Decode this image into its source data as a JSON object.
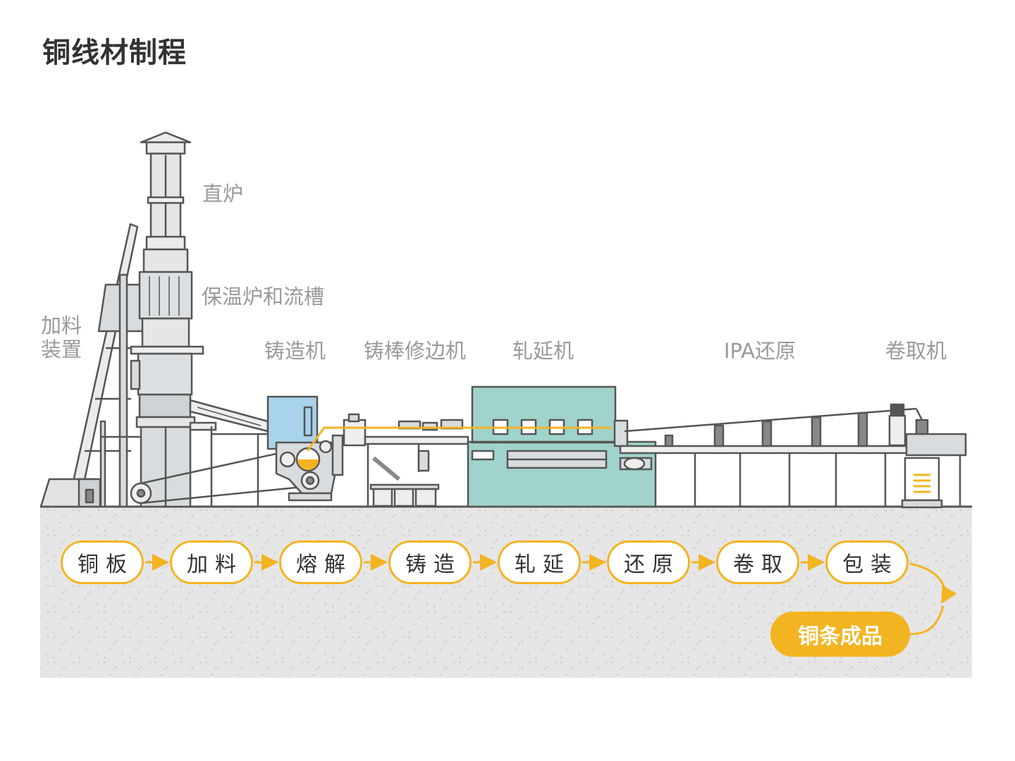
{
  "title": "铜线材制程",
  "equipment_labels": {
    "shaft_furnace": "直炉",
    "holding_furnace": "保温炉和流槽",
    "charging_line1": "加料",
    "charging_line2": "装置",
    "casting_machine": "铸造机",
    "trimmer": "铸棒修边机",
    "rolling_mill": "轧延机",
    "ipa_reduction": "IPA还原",
    "coiler": "卷取机"
  },
  "process_steps": [
    "铜板",
    "加料",
    "熔解",
    "铸造",
    "轧延",
    "还原",
    "卷取",
    "包装"
  ],
  "final_product": "铜条成品",
  "colors": {
    "accent": "#f3b421",
    "ground": "#e6e6e6",
    "machine_gray": "#d9dcde",
    "outline": "#555555",
    "teal": "#9fd3cb",
    "blue": "#a8d3ea",
    "label_gray": "#9a9a9a"
  }
}
